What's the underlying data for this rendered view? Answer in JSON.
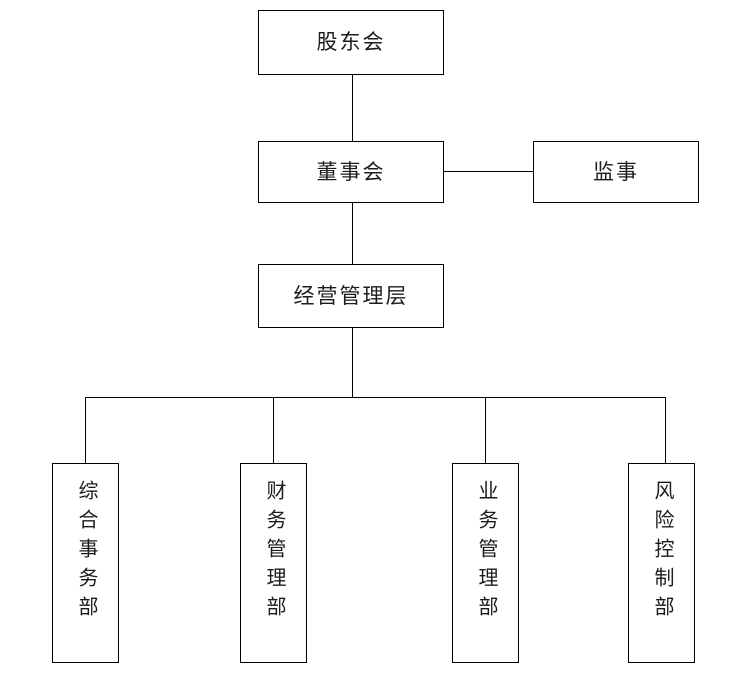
{
  "chart_data": {
    "type": "diagram",
    "diagram_type": "organization-chart",
    "title": "",
    "orientation": "top-down",
    "levels": 4,
    "nodes": [
      {
        "id": "shareholders",
        "label": "股东会",
        "level": 1,
        "text_direction": "horizontal"
      },
      {
        "id": "board",
        "label": "董事会",
        "level": 2,
        "text_direction": "horizontal"
      },
      {
        "id": "supervisor",
        "label": "监事",
        "level": 2,
        "text_direction": "horizontal"
      },
      {
        "id": "management",
        "label": "经营管理层",
        "level": 3,
        "text_direction": "horizontal"
      },
      {
        "id": "dept-0",
        "label": "综合事务部",
        "level": 4,
        "text_direction": "vertical"
      },
      {
        "id": "dept-1",
        "label": "财务管理部",
        "level": 4,
        "text_direction": "vertical"
      },
      {
        "id": "dept-2",
        "label": "业务管理部",
        "level": 4,
        "text_direction": "vertical"
      },
      {
        "id": "dept-3",
        "label": "风险控制部",
        "level": 4,
        "text_direction": "vertical"
      }
    ],
    "edges": [
      {
        "from": "shareholders",
        "to": "board",
        "style": "vertical"
      },
      {
        "from": "board",
        "to": "supervisor",
        "style": "horizontal"
      },
      {
        "from": "board",
        "to": "management",
        "style": "vertical"
      },
      {
        "from": "management",
        "to": "dept-0",
        "style": "elbow"
      },
      {
        "from": "management",
        "to": "dept-1",
        "style": "elbow"
      },
      {
        "from": "management",
        "to": "dept-2",
        "style": "elbow"
      },
      {
        "from": "management",
        "to": "dept-3",
        "style": "elbow"
      }
    ],
    "colors": {
      "background": "#ffffff",
      "box_border": "#000000",
      "box_fill": "#ffffff",
      "connector": "#000000",
      "text": "#1c1c1c"
    }
  },
  "diagram": {
    "shareholders": {
      "label": "股东会"
    },
    "board": {
      "label": "董事会"
    },
    "supervisor": {
      "label": "监事"
    },
    "management": {
      "label": "经营管理层"
    },
    "departments": [
      {
        "label": "综合事务部"
      },
      {
        "label": "财务管理部"
      },
      {
        "label": "业务管理部"
      },
      {
        "label": "风险控制部"
      }
    ]
  }
}
